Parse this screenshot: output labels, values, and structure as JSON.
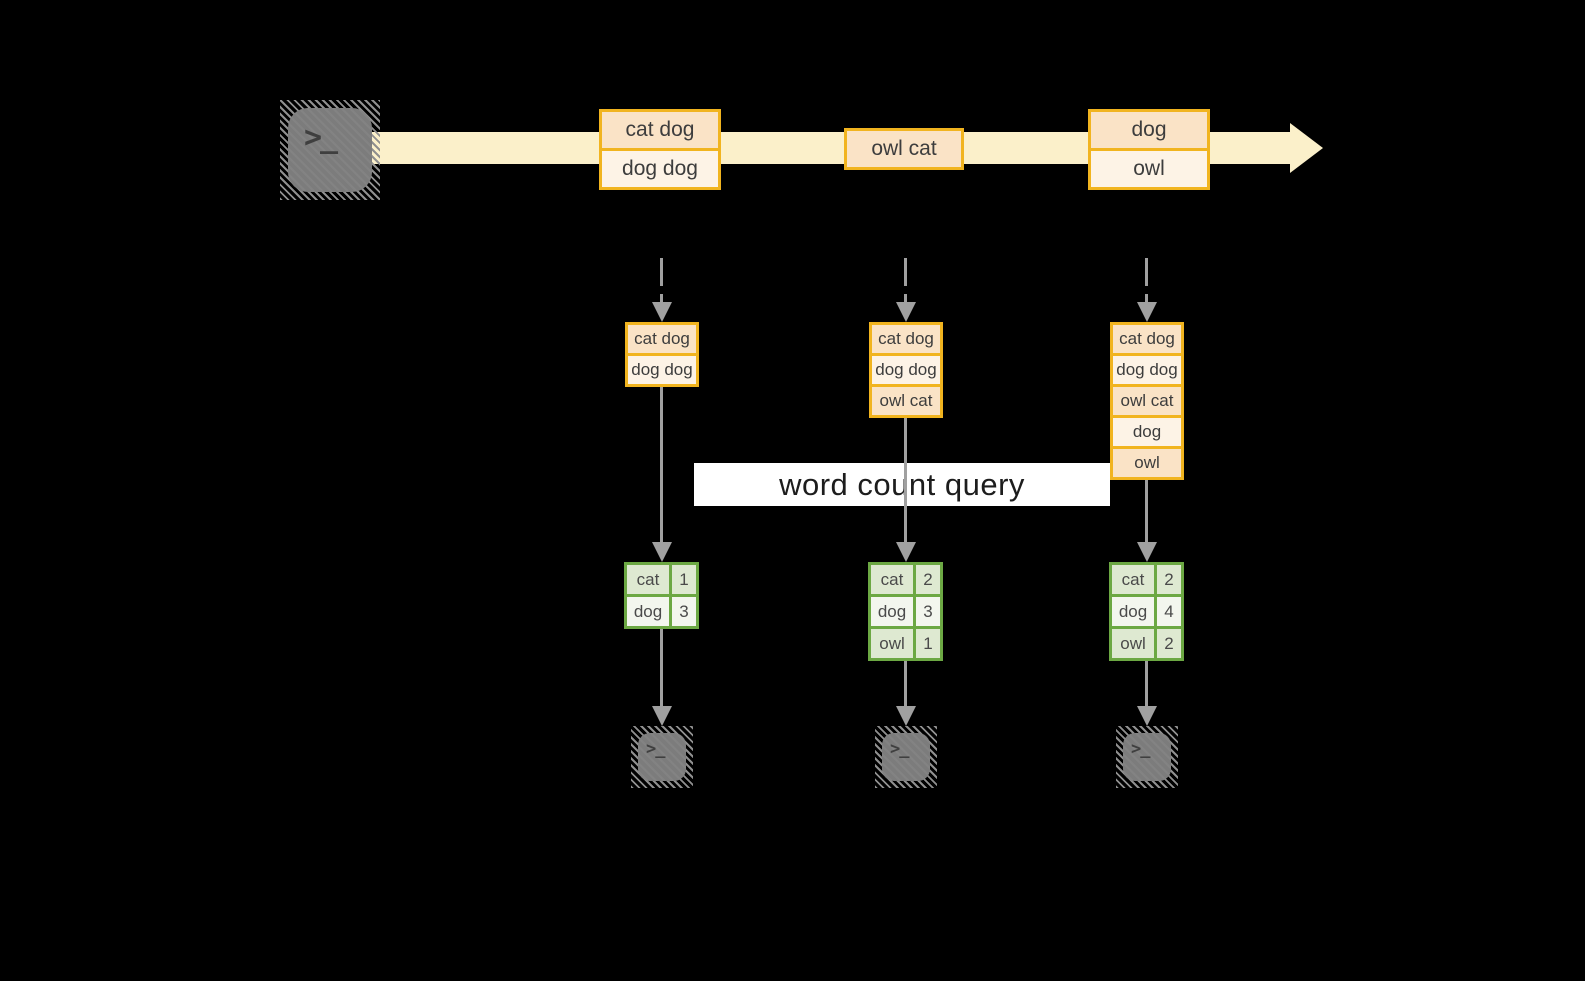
{
  "query_label": "word count query",
  "terminal_glyph": ">_",
  "colors": {
    "background": "#000000",
    "stream_band": "#FBF0CA",
    "event_border": "#F1B41F",
    "event_row_dark": "#FAE3C6",
    "event_row_light": "#FDF3E6",
    "table_border": "#6CA843",
    "table_row_dark": "#DEE9D1",
    "table_row_light": "#F3F6EE",
    "arrow_gray": "#A0A0A0",
    "label_bg": "#FFFFFF"
  },
  "stream": {
    "events": [
      {
        "rows": [
          "cat dog",
          "dog dog"
        ]
      },
      {
        "rows": [
          "owl cat"
        ]
      },
      {
        "rows": [
          "dog",
          "owl"
        ]
      }
    ]
  },
  "states": [
    {
      "rows": [
        "cat dog",
        "dog dog"
      ]
    },
    {
      "rows": [
        "cat dog",
        "dog dog",
        "owl cat"
      ]
    },
    {
      "rows": [
        "cat dog",
        "dog dog",
        "owl cat",
        "dog",
        "owl"
      ]
    }
  ],
  "counts": [
    {
      "rows": [
        [
          "cat",
          "1"
        ],
        [
          "dog",
          "3"
        ]
      ]
    },
    {
      "rows": [
        [
          "cat",
          "2"
        ],
        [
          "dog",
          "3"
        ],
        [
          "owl",
          "1"
        ]
      ]
    },
    {
      "rows": [
        [
          "cat",
          "2"
        ],
        [
          "dog",
          "4"
        ],
        [
          "owl",
          "2"
        ]
      ]
    }
  ]
}
